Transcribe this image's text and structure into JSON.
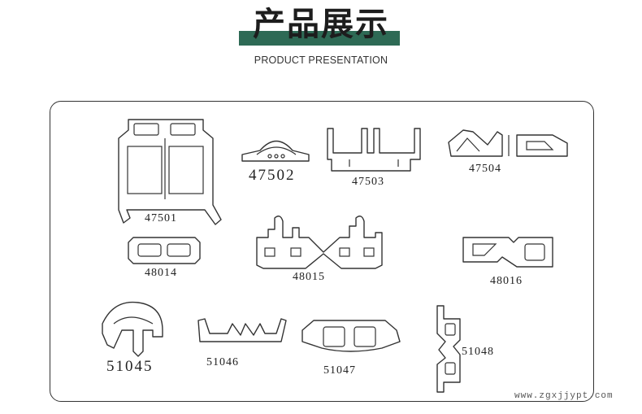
{
  "header": {
    "title": "产品展示",
    "subtitle": "PRODUCT PRESENTATION",
    "accent_color": "#2e6a55"
  },
  "products": [
    {
      "code": "47501"
    },
    {
      "code": "47502"
    },
    {
      "code": "47503"
    },
    {
      "code": "47504"
    },
    {
      "code": "48014"
    },
    {
      "code": "48015"
    },
    {
      "code": "48016"
    },
    {
      "code": "51045"
    },
    {
      "code": "51046"
    },
    {
      "code": "51047"
    },
    {
      "code": "51048"
    }
  ],
  "watermark": "www.zgxjjypt.com"
}
